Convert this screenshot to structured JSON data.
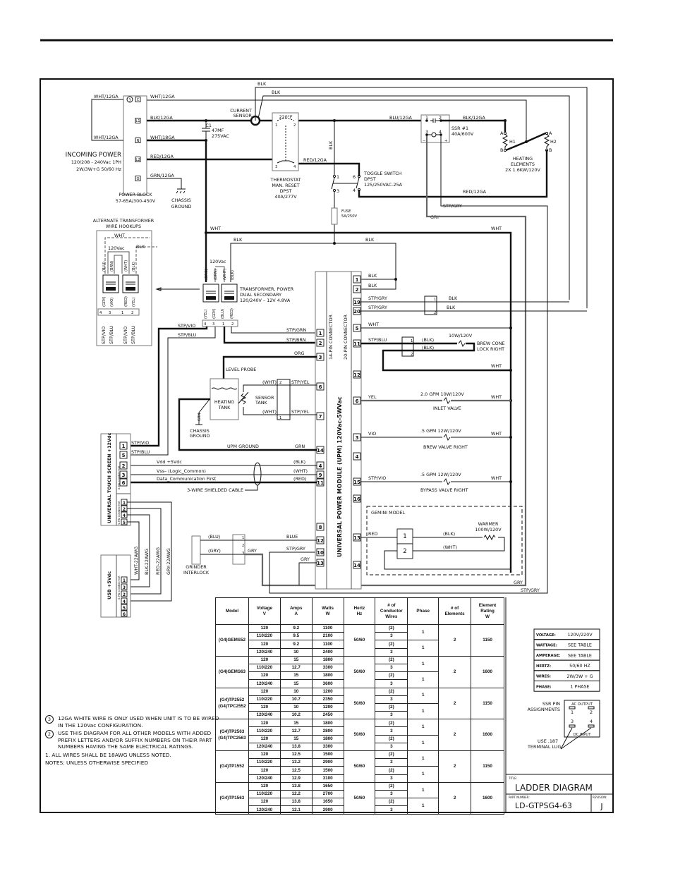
{
  "power": {
    "incoming": [
      "INCOMING POWER",
      "120/208 - 240Vac 1PH",
      "2W/3W+G 50/60 Hz"
    ],
    "block": [
      "POWER BLOCK",
      "57-65A/300-450V"
    ],
    "terminals": [
      "C",
      "L1",
      "N",
      "L2",
      "G"
    ],
    "note_marker": "3",
    "chassis_ground": [
      "CHASSIS",
      "GROUND"
    ]
  },
  "wires": {
    "wht12_a": "WHT/12GA",
    "wht12_b": "WHT/12GA",
    "wht12_c": "WHT/12GA",
    "blk12": "BLK/12GA",
    "wht18": "WHT/18GA",
    "red12": "RED/12GA",
    "grn12": "GRN/12GA",
    "blk_top1": "BLK",
    "blk_top2": "BLK",
    "blk_vert": "BLK",
    "red12_b": "RED/12GA",
    "red12_c": "RED/12GA",
    "blu12": "BLU/12GA",
    "blk12_b": "BLK/12GA",
    "stp_gry_top": "STP/GRY",
    "gry_top": "GRY",
    "wht_main": "WHT",
    "wht_main2": "WHT",
    "blk_main": "BLK",
    "blk_tr": "BLK"
  },
  "capacitor": {
    "name": "C1",
    "value": [
      "47MF",
      "275VAC"
    ]
  },
  "current_sensor": [
    "CURRENT",
    "SENSOR"
  ],
  "thermostat": {
    "temp": "220°F",
    "pins": [
      "1",
      "2",
      "3",
      "4"
    ],
    "label": [
      "THERMOSTAT",
      "MAN. RESET",
      "DPST",
      "40A/277V"
    ]
  },
  "toggle": {
    "pins": [
      "1",
      "3",
      "6",
      "4"
    ],
    "label": [
      "TOGGLE SWITCH",
      "DPST",
      "125/250VAC-25A"
    ]
  },
  "fuse": [
    "FUSE",
    "5A/250V"
  ],
  "ssr": {
    "pins": [
      "1",
      "2",
      "3",
      "4"
    ],
    "label": [
      "SSR #1",
      "40A/600V"
    ],
    "minus": "−",
    "plus": "+"
  },
  "heaters": {
    "h1": "H1",
    "h2": "H2",
    "a": "A",
    "b": "B",
    "label": [
      "HEATING",
      "ELEMENTS",
      "2X 1.6KW/120V"
    ]
  },
  "alt_transformer": {
    "title": [
      "ALTERNATE TRANSFORMER",
      "WIRE HOOKUPS"
    ],
    "wht": "WHT",
    "blk": "BLK",
    "v": "120Vac",
    "top": [
      "(BLU)",
      "(BRN)",
      "(WHT)",
      "(BLK)"
    ],
    "bottom": [
      "(GRY)",
      "(VIO)",
      "(RED)",
      "(YEL)"
    ],
    "pins": [
      "4",
      "3",
      "1",
      "2"
    ],
    "outs": [
      "STP/VIO",
      "STP/BLU",
      "STP/VIO",
      "STP/BLU"
    ]
  },
  "transformer": {
    "v": "120Vac",
    "top": [
      "(ORG)",
      "(BRN)",
      "(WHT)",
      "(BLK)"
    ],
    "bottom": [
      "(YEL)",
      "(GRY)",
      "(BLU)",
      "(RED)"
    ],
    "pins": [
      "4",
      "3",
      "1",
      "2"
    ],
    "label": [
      "TRANSFORMER, POWER",
      "DUAL SECONDARY",
      "120/240V – 12V 4.8VA"
    ],
    "stp_vio": "STP/VIO",
    "stp_blu": "STP/BLU",
    "stp_grn": "STP/GRN",
    "stp_brn": "STP/BRN"
  },
  "upm": {
    "title": "UNIVERSAL POWER MODULE (UPM) 120Vac-5WVac",
    "conn14": "14-PIN CONNECTOR",
    "conn20": "20-PIN CONNECTOR",
    "left_pins": [
      "1",
      "2",
      "3",
      "6",
      "7",
      "14",
      "4",
      "9",
      "11",
      "8",
      "12",
      "10",
      "13"
    ],
    "right_pins": [
      "1",
      "2",
      "19",
      "20",
      "5",
      "11",
      "12",
      "6",
      "3",
      "4",
      "15",
      "16",
      "13",
      "14"
    ]
  },
  "right_circuits": {
    "blk1": "BLK",
    "blk2": "BLK",
    "stp_gry19": "STP/GRY",
    "stp_gry20": "STP/GRY",
    "blk19": "BLK",
    "blk20": "BLK",
    "c1": "1",
    "c2": "2",
    "wht5": "WHT",
    "stp_blu11": "STP/BLU",
    "blk_a": "(BLK)",
    "blk_b": "(BLK)",
    "lock_rating": "10W/120V",
    "lock_label": [
      "BREW CONE",
      "LOCK RIGHT"
    ],
    "wht_lock": "WHT",
    "l1": "1",
    "l2": "2",
    "yel": "YEL",
    "inlet_rating": "2.0 GPM 10W/120V",
    "inlet_label": "INLET VALVE",
    "wht_inlet": "WHT",
    "vio": "VIO",
    "brew_rating": ".5 GPM 12W/120V",
    "brew_label": "BREW VALVE RIGHT",
    "wht_brew": "WHT",
    "stp_vio": "STP/VIO",
    "bypass_rating": ".5 GPM 12W/120V",
    "bypass_label": "BYPASS VALVE RIGHT",
    "wht_bypass": "WHT",
    "gemini": "GEMINI MODEL",
    "red": "RED",
    "relay": [
      "1",
      "2"
    ],
    "blk_w": "(BLK)",
    "wht_w": "(WHT)",
    "warmer": [
      "WARMER",
      "100W/120V"
    ],
    "gry_bottom": "GRY",
    "stp_gry_bottom": "STP/GRY"
  },
  "left_circuits": {
    "org": "ORG",
    "level_probe": "LEVEL PROBE",
    "tank": [
      "HEATING",
      "TANK"
    ],
    "sensor": [
      "SENSOR",
      "TANK"
    ],
    "wht_a": "(WHT)",
    "wht_b": "(WHT)",
    "stp_yel6": "STP/YEL",
    "stp_yel7": "STP/YEL",
    "s2": "2",
    "s1": "1",
    "grn": "GRN",
    "chassis": [
      "CHASSIS",
      "GROUND"
    ],
    "upm_ground": "UPM GROUND",
    "grn14": "GRN",
    "ts_stp_vio": "STP/VIO",
    "ts_stp_blu": "STP/BLU",
    "vdd": "Vdd  +5Vdc",
    "vss": "Vss–  (Logic_Common)",
    "data": "Data_Communication  First",
    "blk": "(BLK)",
    "wht": "(WHT)",
    "red": "(RED)",
    "shield": "3-WIRE SHIELDED CABLE",
    "grinder_blu": "(BLU)",
    "grinder_gry": "(GRY)",
    "gpins": [
      "1",
      "2",
      "3"
    ],
    "gry": "GRY",
    "blue": "BLUE",
    "stp_gry10": "STP/GRY",
    "gry13": "GRY",
    "grinder": [
      "GRINDER",
      "INTERLOCK"
    ]
  },
  "touch_screen": {
    "title": "UNIVERSAL TOUCH SCREEN +12Vdc",
    "conn8": "8-PIN CONNECTOR",
    "conn5": "5-PIN CONNECTOR",
    "pins8": [
      "1",
      "5",
      "2",
      "3",
      "6"
    ],
    "pins5": [
      "1",
      "2",
      "4",
      "5"
    ]
  },
  "usb": {
    "title": "USB +5Vdc",
    "conn": "6-PIN CONNECTOR",
    "pins": [
      "1",
      "3",
      "2",
      "4",
      "5",
      "6"
    ],
    "wires": [
      "WHT-22AWG",
      "BLK-22AWG",
      "RED-22AWG",
      "GRY-22AWG"
    ]
  },
  "table": {
    "headers": [
      "Model",
      "Voltage\nV",
      "Amps\nA",
      "Watts\nW",
      "Hertz\nHz",
      "# of\nConductor\nWires",
      "Phase",
      "# of\nElements",
      "Element\nRating\nW"
    ],
    "models": [
      {
        "name": [
          "(G4)GEMS52"
        ],
        "hz": "50/60",
        "phase": [
          "1",
          "1"
        ],
        "elements": "2",
        "rating": "1150",
        "rows": [
          [
            "120",
            "9.2",
            "1100",
            "(2)"
          ],
          [
            "110/220",
            "9.5",
            "2100",
            "3"
          ],
          [
            "120",
            "9.2",
            "1100",
            "(2)"
          ],
          [
            "120/240",
            "10",
            "2400",
            "3"
          ]
        ]
      },
      {
        "name": [
          "(G4)GEMS63"
        ],
        "hz": "50/60",
        "phase": [
          "1",
          "1"
        ],
        "elements": "2",
        "rating": "1600",
        "rows": [
          [
            "120",
            "15",
            "1800",
            "(2)"
          ],
          [
            "110/220",
            "12.7",
            "3300",
            "3"
          ],
          [
            "120",
            "15",
            "1800",
            "(2)"
          ],
          [
            "120/240",
            "15",
            "3600",
            "3"
          ]
        ]
      },
      {
        "name": [
          "(G4)TP2552",
          "(G4)TPC2552"
        ],
        "hz": "50/60",
        "phase": [
          "1",
          "1"
        ],
        "elements": "2",
        "rating": "1150",
        "rows": [
          [
            "120",
            "10",
            "1200",
            "(2)"
          ],
          [
            "110/220",
            "10.7",
            "2350",
            "3"
          ],
          [
            "120",
            "10",
            "1200",
            "(2)"
          ],
          [
            "120/240",
            "10.2",
            "2450",
            "3"
          ]
        ]
      },
      {
        "name": [
          "(G4)TP2563",
          "(G4)TPC2563"
        ],
        "hz": "50/60",
        "phase": [
          "1",
          "1"
        ],
        "elements": "2",
        "rating": "1600",
        "rows": [
          [
            "120",
            "15",
            "1800",
            "(2)"
          ],
          [
            "110/220",
            "12.7",
            "2800",
            "3"
          ],
          [
            "120",
            "15",
            "1800",
            "(2)"
          ],
          [
            "120/240",
            "13.8",
            "3300",
            "3"
          ]
        ]
      },
      {
        "name": [
          "(G4)TP1552"
        ],
        "hz": "50/60",
        "phase": [
          "1",
          "1"
        ],
        "elements": "2",
        "rating": "1150",
        "rows": [
          [
            "120",
            "12.5",
            "1500",
            "(2)"
          ],
          [
            "110/220",
            "13.2",
            "2900",
            "3"
          ],
          [
            "120",
            "12.5",
            "1500",
            "(2)"
          ],
          [
            "120/240",
            "12.9",
            "3100",
            "3"
          ]
        ]
      },
      {
        "name": [
          "(G4)TP1563"
        ],
        "hz": "50/60",
        "phase": [
          "1",
          "1"
        ],
        "elements": "2",
        "rating": "1600",
        "rows": [
          [
            "120",
            "13.8",
            "1650",
            "(2)"
          ],
          [
            "110/220",
            "12.2",
            "2700",
            "3"
          ],
          [
            "120",
            "13.8",
            "1650",
            "(2)"
          ],
          [
            "120/240",
            "12.1",
            "2900",
            "3"
          ]
        ]
      }
    ]
  },
  "specs": [
    {
      "k": "VOLTAGE:",
      "v": "120V/220V"
    },
    {
      "k": "WATTAGE:",
      "v": "SEE TABLE"
    },
    {
      "k": "AMPERAGE:",
      "v": "SEE TABLE"
    },
    {
      "k": "HERTZ:",
      "v": "50/60 HZ"
    },
    {
      "k": "WIRES:",
      "v": "2W/3W + G"
    },
    {
      "k": "PHASE:",
      "v": "1 PHASE"
    }
  ],
  "ssr_pins": {
    "label": [
      "SSR PIN",
      "ASSIGNMENTS"
    ],
    "ac": "AC OUTPUT",
    "dc": "DC INPUT",
    "p": [
      "1",
      "2",
      "3",
      "4"
    ],
    "lug": [
      "USE .187",
      "TERMINAL LUG"
    ]
  },
  "notes": [
    {
      "marker": "3",
      "text": "12GA WHITE WIRE IS ONLY USED WHEN UNIT IS TO BE WIRED IN THE 120Vac CONFIGURATION."
    },
    {
      "marker": "2",
      "text": "USE THIS DIAGRAM FOR ALL OTHER MODELS WITH ADDED PREFIX LETTERS AND/OR SUFFIX NUMBERS ON THEIR PART NUMBERS HAVING THE SAME ELECTRICAL RATINGS."
    },
    {
      "marker": "",
      "text": "1. ALL WIRES SHALL BE 18AWG UNLESS NOTED."
    },
    {
      "marker": "",
      "text": "NOTES: UNLESS OTHERWISE SPECIFIED"
    }
  ],
  "title_block": {
    "title_label": "TITLE:",
    "title": "LADDER DIAGRAM",
    "part_label": "PART NUMBER:",
    "part": "LD-GTPSG4-63",
    "rev_label": "REVISION:",
    "rev": "J"
  }
}
